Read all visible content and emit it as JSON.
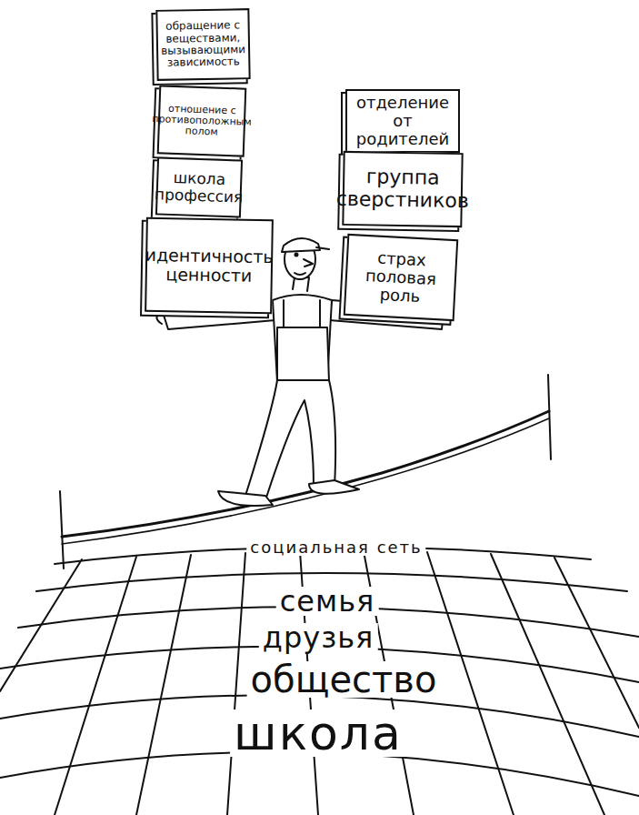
{
  "diagram": {
    "nodes": [
      {
        "text": [
          "обращение с веществами, вызывающими зависимость"
        ]
      },
      {
        "text": [
          "отношение с противоположным полом"
        ]
      },
      {
        "text": [
          "школа",
          "профессия"
        ]
      },
      {
        "text": [
          "идентичность",
          "ценности"
        ]
      },
      {
        "text": [
          "отделение от родителей"
        ]
      },
      {
        "text": [
          "группа сверстников"
        ]
      },
      {
        "text": [
          "страх",
          "половая роль"
        ]
      }
    ],
    "labels": [
      "социальная сеть",
      "семья",
      "друзья",
      "общество",
      "школа"
    ]
  }
}
